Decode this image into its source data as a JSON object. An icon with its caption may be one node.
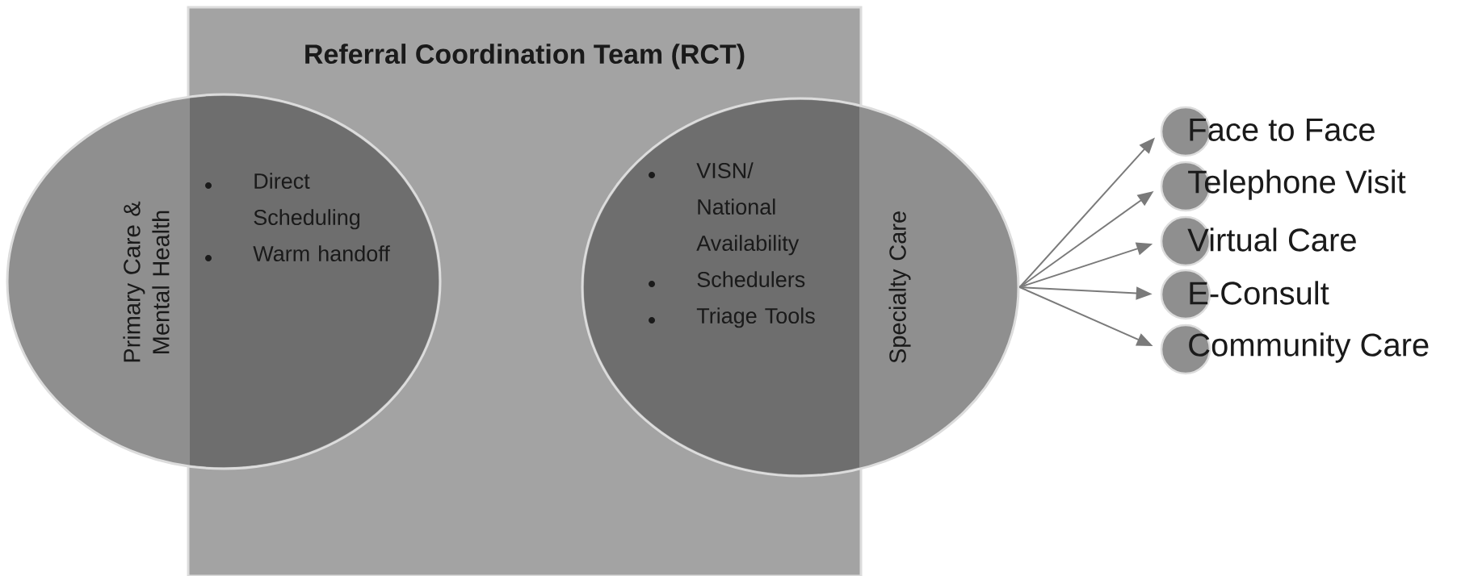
{
  "diagram": {
    "nodes": [
      {
        "text": [
          "Referral Coordination Team (RCT)"
        ]
      },
      {
        "text": [
          "Primary Care & Mental Health",
          "Direct Scheduling",
          "Warm handoff"
        ]
      },
      {
        "text": [
          "Specialty Care",
          "VISN/ National Availability",
          "Schedulers",
          "Triage Tools"
        ]
      },
      {
        "text": [
          "Face to Face"
        ]
      },
      {
        "text": [
          "Telephone Visit"
        ]
      },
      {
        "text": [
          "Virtual Care"
        ]
      },
      {
        "text": [
          "E-Consult"
        ]
      },
      {
        "text": [
          "Community Care"
        ]
      }
    ],
    "edges": [
      {
        "from": 2,
        "to": 3,
        "arrow": "to"
      },
      {
        "from": 2,
        "to": 4,
        "arrow": "to"
      },
      {
        "from": 2,
        "to": 5,
        "arrow": "to"
      },
      {
        "from": 2,
        "to": 6,
        "arrow": "to"
      },
      {
        "from": 2,
        "to": 7,
        "arrow": "to"
      }
    ]
  }
}
